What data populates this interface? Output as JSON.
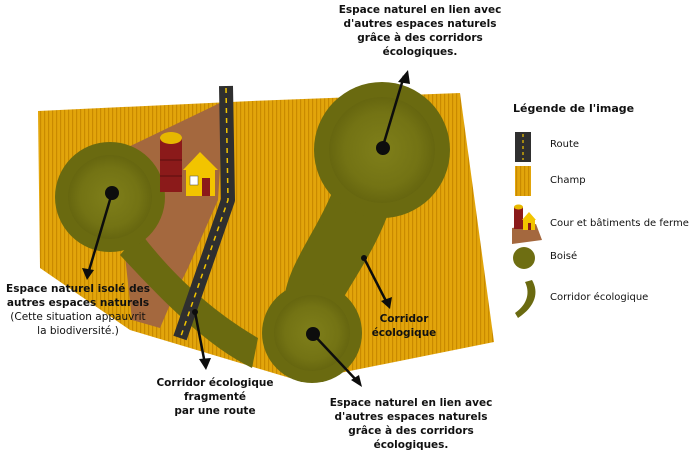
{
  "colors": {
    "field": "#e2a50b",
    "field_stripe": "#c98a00",
    "forest": "#6e6e12",
    "forest_inner": "#787815",
    "corridor": "#6a6a10",
    "farmyard": "#a4683e",
    "road": "#2f2f2f",
    "road_line": "#f1c400",
    "silo": "#8b1a1a",
    "house": "#f2c400",
    "dot": "#0d0d0d"
  },
  "labels": {
    "top_right": {
      "lines": [
        "Espace naturel en lien avec",
        "d'autres espaces naturels",
        "grâce à des corridors",
        "écologiques."
      ]
    },
    "isolated": {
      "bold_lines": [
        "Espace naturel isolé des",
        "autres espaces naturels"
      ],
      "normal_lines": [
        "(Cette situation appauvrit",
        "la biodiversité.)"
      ]
    },
    "corridor": {
      "lines": [
        "Corridor",
        "écologique"
      ]
    },
    "fragmented": {
      "lines": [
        "Corridor écologique",
        "fragmenté",
        "par une route"
      ]
    },
    "bottom_center": {
      "lines": [
        "Espace naturel en lien avec",
        "d'autres espaces naturels",
        "grâce à des corridors",
        "écologiques."
      ]
    }
  },
  "legend": {
    "title": "Légende de l'image",
    "items": [
      {
        "label": "Route",
        "icon": "road-icon"
      },
      {
        "label": "Champ",
        "icon": "field-icon"
      },
      {
        "label": "Cour et bâtiments de ferme",
        "icon": "farm-icon"
      },
      {
        "label": "Boisé",
        "icon": "forest-icon"
      },
      {
        "label": "Corridor écologique",
        "icon": "corridor-icon"
      }
    ]
  }
}
